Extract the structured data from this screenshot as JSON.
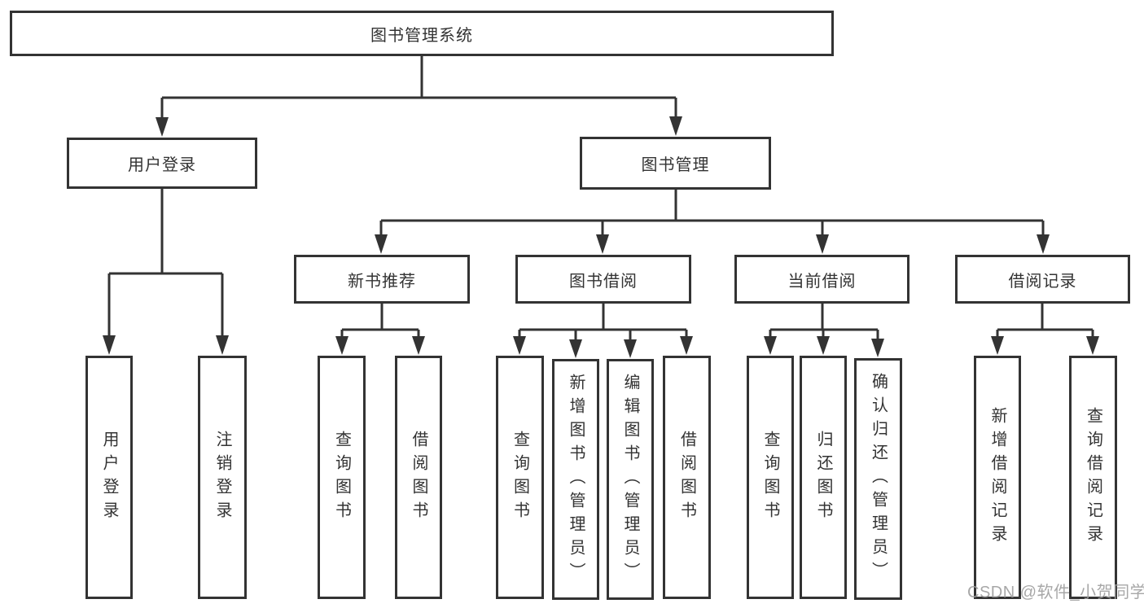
{
  "title": "图书管理系统",
  "tree": {
    "root": {
      "label": "图书管理系统"
    },
    "level2": [
      {
        "label": "用户登录",
        "leaves": [
          "用户登录",
          "注销登录"
        ]
      },
      {
        "label": "图书管理",
        "groups": [
          {
            "label": "新书推荐",
            "leaves": [
              "查询图书",
              "借阅图书"
            ]
          },
          {
            "label": "图书借阅",
            "leaves": [
              "查询图书",
              "新增图书（管理员）",
              "编辑图书（管理员）",
              "借阅图书"
            ]
          },
          {
            "label": "当前借阅",
            "leaves": [
              "查询图书",
              "归还图书",
              "确认归还（管理员）"
            ]
          },
          {
            "label": "借阅记录",
            "leaves": [
              "新增借阅记录",
              "查询借阅记录"
            ]
          }
        ]
      }
    ]
  },
  "watermark": {
    "text": "CSDN @软件_小贺同学"
  },
  "colors": {
    "line": "#333333",
    "text": "#333333",
    "box_background": "#ffffff",
    "page_background": "#ffffff",
    "watermark": "#9e9e9e"
  }
}
